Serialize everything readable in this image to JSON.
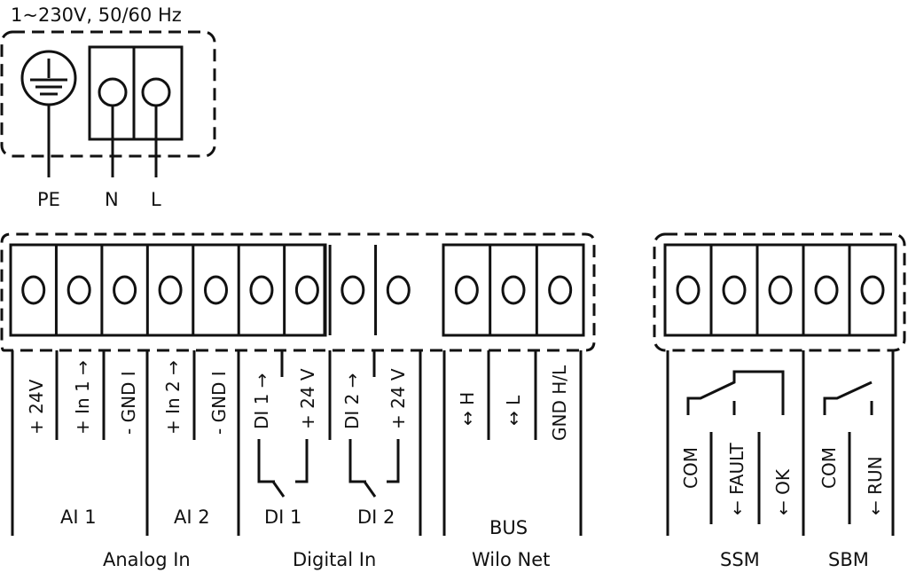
{
  "supply": {
    "title": "1~230V, 50/60 Hz",
    "pe": "PE",
    "n": "N",
    "l": "L"
  },
  "terminals": {
    "ai": [
      "+ 24V",
      "+ In 1 →",
      "- GND I",
      "+ In 2 →",
      "- GND I"
    ],
    "di": [
      "DI 1 →",
      "+ 24 V",
      "DI 2 →",
      "+ 24 V"
    ],
    "bus": [
      "↔ H",
      "↔ L",
      "GND H/L"
    ],
    "ssm": [
      "COM",
      "← FAULT",
      "← OK"
    ],
    "sbm": [
      "COM",
      "← RUN"
    ]
  },
  "groups": {
    "ai1": "AI 1",
    "ai2": "AI 2",
    "di1": "DI 1",
    "di2": "DI 2",
    "bus": "BUS",
    "analog_in": "Analog In",
    "digital_in": "Digital In",
    "wilo_net": "Wilo Net",
    "ssm": "SSM",
    "sbm": "SBM"
  }
}
